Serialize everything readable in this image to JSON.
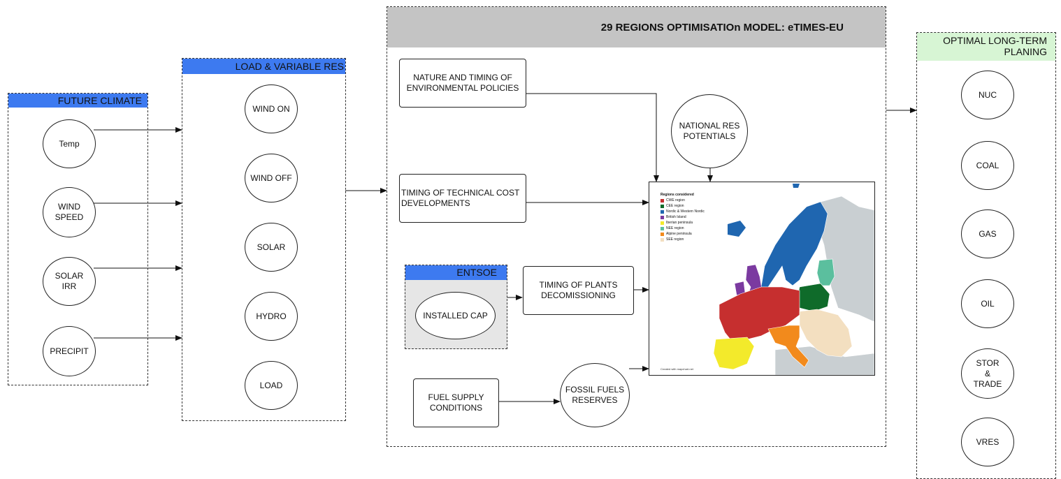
{
  "future_climate": {
    "title": "FUTURE CLIMATE",
    "items": [
      "Temp",
      "WIND SPEED",
      "SOLAR IRR",
      "PRECIPIT"
    ]
  },
  "load_res": {
    "title": "LOAD & VARIABLE RES",
    "items": [
      "WIND ON",
      "WIND OFF",
      "SOLAR",
      "HYDRO",
      "LOAD"
    ]
  },
  "model": {
    "title": "29 REGIONS OPTIMISATIOn MODEL: eTIMES-EU",
    "nature_timing": "NATURE AND TIMING OF ENVIRONMENTAL POLICIES",
    "national_res": "NATIONAL RES POTENTIALS",
    "technical_cost": "TIMING OF TECHNICAL COST DEVELOPMENTS",
    "entsoe_title": "ENTSOE",
    "installed_cap": "INSTALLED CAP",
    "plants_decom": "TIMING OF PLANTS DECOMISSIONING",
    "fuel_supply": "FUEL SUPPLY CONDITIONS",
    "fossil_reserves": "FOSSIL FUELS RESERVES"
  },
  "map": {
    "legend_title": "Regions considered",
    "legend": [
      {
        "label": "CWE region",
        "color": "#c62f2f"
      },
      {
        "label": "CEE region",
        "color": "#0f6b2a"
      },
      {
        "label": "Nordic & Western Nordic",
        "color": "#1f66b0"
      },
      {
        "label": "British Island",
        "color": "#7b3aa0"
      },
      {
        "label": "Iberian peninsula",
        "color": "#f3ea2b"
      },
      {
        "label": "NEE region",
        "color": "#5bbf9e"
      },
      {
        "label": "Alpine peninsula",
        "color": "#f28a1c"
      },
      {
        "label": "SEE region",
        "color": "#f3dfc0"
      }
    ],
    "footer": "Created with mapchart.net"
  },
  "output": {
    "title": "OPTIMAL LONG-TERM PLANING",
    "items": [
      "NUC",
      "COAL",
      "GAS",
      "OIL",
      "STOR & TRADE",
      "VRES"
    ]
  }
}
